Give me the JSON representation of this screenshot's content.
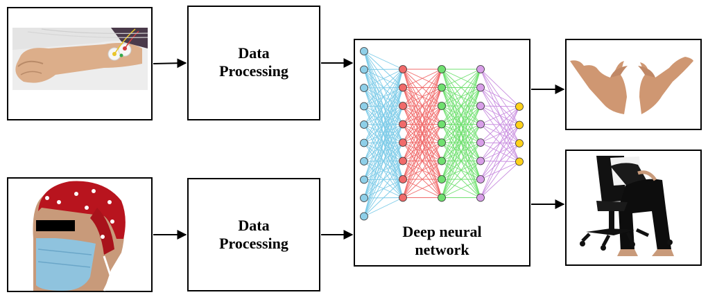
{
  "processing_top": {
    "line1": "Data",
    "line2": "Processing"
  },
  "processing_bottom": {
    "line1": "Data",
    "line2": "Processing"
  },
  "network": {
    "line1": "Deep neural",
    "line2": "network"
  },
  "colors": {
    "input_nodes": "#8ecfe8",
    "input_edges": "#7ccbe8",
    "hidden1_nodes": "#f06a6a",
    "hidden1_edges": "#f06a6a",
    "hidden2_nodes": "#6fe06f",
    "hidden2_edges": "#6fe06f",
    "hidden3_nodes": "#d89ee8",
    "hidden3_edges": "#c98ee0",
    "output_nodes": "#ffd21a",
    "cap": "#b8141e",
    "mask": "#7fb9d9",
    "skin": "#d9a882",
    "sheet": "#f2f2f2"
  },
  "layers": [
    10,
    8,
    8,
    8,
    4
  ]
}
